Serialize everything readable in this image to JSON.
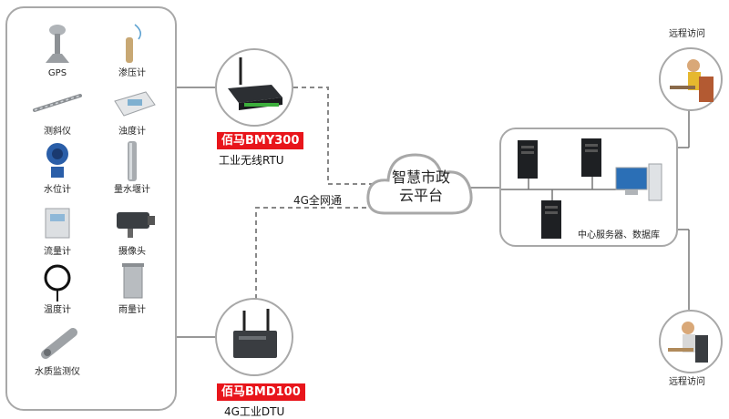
{
  "sensors": [
    {
      "label": "GPS",
      "icon": "gps-antenna-icon"
    },
    {
      "label": "渗压计",
      "icon": "piezometer-icon"
    },
    {
      "label": "测斜仪",
      "icon": "inclinometer-icon"
    },
    {
      "label": "浊度计",
      "icon": "turbidimeter-icon"
    },
    {
      "label": "水位计",
      "icon": "water-level-gauge-icon"
    },
    {
      "label": "量水堰计",
      "icon": "weir-gauge-icon"
    },
    {
      "label": "流量计",
      "icon": "flowmeter-icon"
    },
    {
      "label": "摄像头",
      "icon": "camera-icon"
    },
    {
      "label": "温度计",
      "icon": "thermometer-icon"
    },
    {
      "label": "雨量计",
      "icon": "rain-gauge-icon"
    },
    {
      "label": "水质监测仪",
      "icon": "water-quality-monitor-icon"
    }
  ],
  "rtu": {
    "badge": "佰马BMY300",
    "subtitle": "工业无线RTU",
    "icon": "rtu-device-icon"
  },
  "dtu": {
    "badge": "佰马BMD100",
    "subtitle": "4G工业DTU",
    "icon": "dtu-device-icon"
  },
  "link_label": "4G全网通",
  "cloud": {
    "line1": "智慧市政",
    "line2": "云平台",
    "icon": "cloud-icon"
  },
  "servers": {
    "label": "中心服务器、数据库",
    "icon": "server-tower-icon"
  },
  "remote_top": "远程访问",
  "remote_bottom": "远程访问",
  "colors": {
    "badge": "#e8151b",
    "border": "#a8a8a8",
    "line": "#777777"
  }
}
